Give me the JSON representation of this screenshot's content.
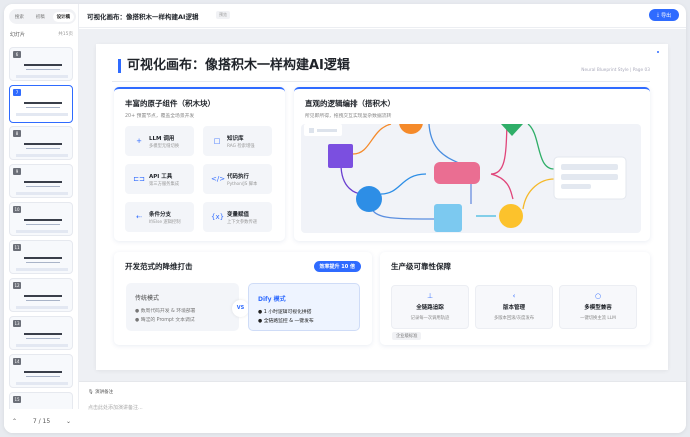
{
  "sidebar": {
    "tabs": [
      "搜索",
      "初稿",
      "设计稿"
    ],
    "active_tab": 2,
    "heading": "幻灯片",
    "count": "共15页",
    "thumbnails": [
      "6",
      "7",
      "8",
      "9",
      "10",
      "11",
      "12",
      "13",
      "14",
      "15"
    ],
    "selected": "7",
    "pager": {
      "prev": "⌃",
      "label": "7 / 15",
      "next": "⌄"
    }
  },
  "header": {
    "title": "可视化画布：像搭积木一样构建AI逻辑",
    "badge": "预览",
    "export_label": "导出",
    "accent": "#2f6bff"
  },
  "slide": {
    "title": "可视化画布：像搭积木一样构建AI逻辑",
    "style_label": "Neural Blueprint Style | Page 03",
    "components": {
      "title": "丰富的原子组件（积木块）",
      "subtitle": "20+ 预置节点，覆盖全场景开发",
      "items": [
        {
          "icon": "+",
          "name": "LLM 调用",
          "desc": "多模型无缝切换"
        },
        {
          "icon": "□",
          "name": "知识库",
          "desc": "RAG 检索增强"
        },
        {
          "icon": "⊏⊐",
          "name": "API 工具",
          "desc": "第三方服务集成"
        },
        {
          "icon": "</>",
          "name": "代码执行",
          "desc": "Python/JS 脚本"
        },
        {
          "icon": "⇠",
          "name": "条件分支",
          "desc": "If/Else 逻辑控制"
        },
        {
          "icon": "{x}",
          "name": "变量赋值",
          "desc": "上下文参数传递"
        }
      ]
    },
    "orchestration": {
      "title": "直观的逻辑编排（搭积木）",
      "subtitle": "所见即所得，拖拽交互实现复杂数据流转"
    },
    "paradigm": {
      "title": "开发范式的降维打击",
      "badge": "效率提升 10 倍",
      "traditional": {
        "title": "传统模式",
        "points": [
          "数周代码开发 & 环境部署",
          "晦涩的 Prompt 文本调试"
        ]
      },
      "vs": "VS",
      "dify": {
        "title": "Dify 模式",
        "points": [
          "1 小时逻辑可视化拼搭",
          "全链路监控 & 一键发布"
        ]
      }
    },
    "reliability": {
      "title": "生产级可靠性保障",
      "tag": "企业级标准",
      "items": [
        {
          "icon": "⊥",
          "name": "全链路追踪",
          "desc": "记录每一次调用轨迹"
        },
        {
          "icon": "‹",
          "name": "版本管理",
          "desc": "多版本回滚/灰度发布"
        },
        {
          "icon": "○",
          "name": "多模型兼容",
          "desc": "一键切换主流 LLM"
        }
      ]
    }
  },
  "notes": {
    "heading": "演讲备注",
    "placeholder": "点击此处添加演讲备注..."
  }
}
